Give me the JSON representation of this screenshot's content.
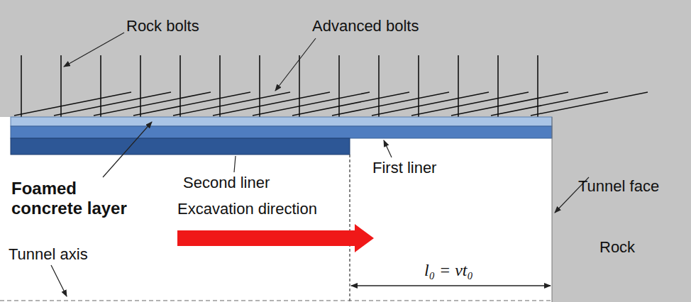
{
  "diagram": {
    "labels": [
      "Rock bolts",
      "Advanced bolts",
      "Foamed concrete layer",
      "Second liner",
      "First liner",
      "Excavation direction",
      "Tunnel face",
      "Rock",
      "Tunnel axis",
      "l₀ = vt₀"
    ]
  }
}
